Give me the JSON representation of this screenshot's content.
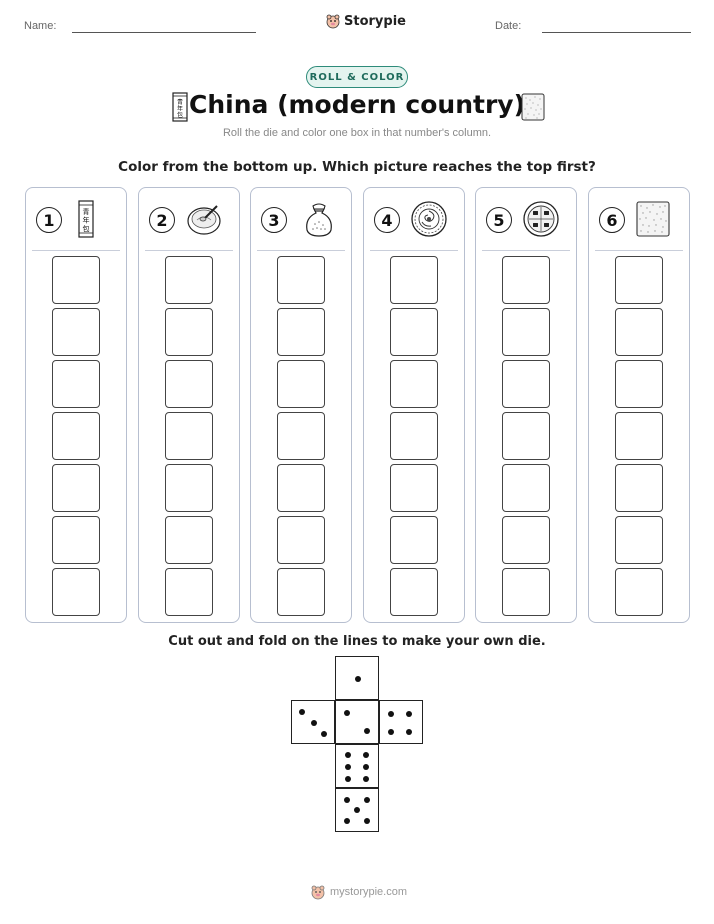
{
  "header": {
    "name_label": "Name:",
    "date_label": "Date:",
    "brand": "Storypie"
  },
  "badge": "ROLL & COLOR",
  "title": "China (modern country)",
  "subtitle": "Roll the die and color one box in that number's column.",
  "instruction": "Color from the bottom up. Which picture reaches the top first?",
  "columns": [
    {
      "number": "1",
      "icon": "qingnian-bao-pack-icon",
      "glyph_text": "青年包"
    },
    {
      "number": "2",
      "icon": "tea-bowl-icon"
    },
    {
      "number": "3",
      "icon": "rice-sack-icon"
    },
    {
      "number": "4",
      "icon": "patterned-coin-icon"
    },
    {
      "number": "5",
      "icon": "seal-medallion-icon"
    },
    {
      "number": "6",
      "icon": "textured-square-icon"
    }
  ],
  "boxes_per_column": 7,
  "die_instruction": "Cut out and fold on the lines to make your own die.",
  "footer": {
    "site": "mystorypie.com"
  },
  "colors": {
    "badge_border": "#2e8b7a",
    "badge_fill": "#e4f4ef",
    "column_border": "#b7bfd0"
  }
}
